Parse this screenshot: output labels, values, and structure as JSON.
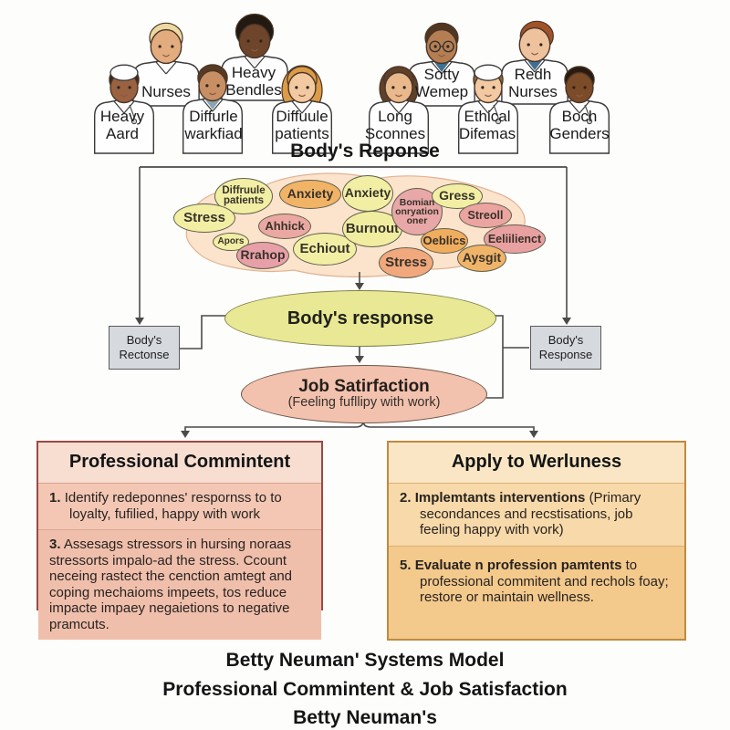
{
  "title": "Body's Reponse",
  "people": [
    {
      "label": [
        "Heavy",
        "Aard"
      ],
      "skin": "#9a6240",
      "hair": "#3a2a1c",
      "shirt": "#ffffff",
      "style": "short",
      "cap": true,
      "glasses": false,
      "steth": true
    },
    {
      "label": [
        "Nurses"
      ],
      "skin": "#e3ac7e",
      "hair": "#ecd9a2",
      "shirt": "#ffffff",
      "style": "short",
      "cap": false,
      "glasses": false,
      "steth": false
    },
    {
      "label": [
        "Diffurle",
        "warkfiad"
      ],
      "skin": "#c78f63",
      "hair": "#573a22",
      "shirt": "#8aa4b0",
      "style": "short",
      "cap": false,
      "glasses": false,
      "steth": false
    },
    {
      "label": [
        "Heavy",
        "Bendles"
      ],
      "skin": "#6e452a",
      "hair": "#221911",
      "shirt": "#f2f2f2",
      "style": "curly",
      "cap": false,
      "glasses": false,
      "steth": false
    },
    {
      "label": [
        "Diffuule",
        "patients"
      ],
      "skin": "#f2c9a0",
      "hair": "#dc9b46",
      "shirt": "#ffffff",
      "style": "long",
      "cap": false,
      "glasses": false,
      "steth": false
    },
    {
      "label": [
        "Long",
        "Sconnes"
      ],
      "skin": "#e9b98c",
      "hair": "#5f4129",
      "shirt": "#ffffff",
      "style": "bob",
      "cap": false,
      "glasses": false,
      "steth": false
    },
    {
      "label": [
        "Sotty",
        "Wemep"
      ],
      "skin": "#b57e52",
      "hair": "#513620",
      "shirt": "#3f6f93",
      "style": "short",
      "cap": false,
      "glasses": true,
      "steth": false
    },
    {
      "label": [
        "Ethical",
        "Difemas"
      ],
      "skin": "#f2c9a0",
      "hair": "#8a6a3c",
      "shirt": "#ffffff",
      "style": "short",
      "cap": true,
      "glasses": false,
      "steth": true
    },
    {
      "label": [
        "Redh",
        "Nurses"
      ],
      "skin": "#eec29c",
      "hair": "#a1522a",
      "shirt": "#3f6f93",
      "style": "swoop",
      "cap": false,
      "glasses": false,
      "steth": false
    },
    {
      "label": [
        "Boch",
        "Genders"
      ],
      "skin": "#7c4b28",
      "hair": "#2a1b10",
      "shirt": "#ffffff",
      "style": "short",
      "cap": false,
      "glasses": false,
      "steth": true
    }
  ],
  "cloud_bubbles": [
    {
      "lines": [
        "Diffruule",
        "patients"
      ],
      "fill": "#f2efa4"
    },
    {
      "lines": [
        "Anxiety"
      ],
      "fill": "#f1b366"
    },
    {
      "lines": [
        "Anxiety"
      ],
      "fill": "#f2efa4"
    },
    {
      "lines": [
        "Stress"
      ],
      "fill": "#f2efa4"
    },
    {
      "lines": [
        "Ahhick"
      ],
      "fill": "#eba8a2"
    },
    {
      "lines": [
        "Apors"
      ],
      "fill": "#f2efa4"
    },
    {
      "lines": [
        "Rrahop"
      ],
      "fill": "#e8a0a8"
    },
    {
      "lines": [
        "Echiout"
      ],
      "fill": "#f2efa4"
    },
    {
      "lines": [
        "Burnout"
      ],
      "fill": "#f0eda0"
    },
    {
      "lines": [
        "Bomian",
        "onryation",
        "oner"
      ],
      "fill": "#e9a8a8"
    },
    {
      "lines": [
        "Gress"
      ],
      "fill": "#f2efa4"
    },
    {
      "lines": [
        "Streoll"
      ],
      "fill": "#eba4a0"
    },
    {
      "lines": [
        "Oeblics"
      ],
      "fill": "#f1ad5e"
    },
    {
      "lines": [
        "Eeliilienct"
      ],
      "fill": "#e9a0a0"
    },
    {
      "lines": [
        "Stress"
      ],
      "fill": "#f0a87c"
    },
    {
      "lines": [
        "Aysgit"
      ],
      "fill": "#f0b469"
    }
  ],
  "flow": {
    "response_ellipse": "Body's response",
    "left_box_lines": [
      "Body's",
      "Rectonse"
    ],
    "right_box_lines": [
      "Body's",
      "Response"
    ],
    "job_title": "Job Satirfaction",
    "job_subtitle": "(Feeling fufllipy with work)"
  },
  "left_panel": {
    "title": "Professional Commintent",
    "items": [
      {
        "num": "1.",
        "bold": "Identify",
        "text": "redeponnes' respornss to to loyalty, fufilied, happy with work"
      },
      {
        "num": "3.",
        "bold": "",
        "text": "Assesags stressors in hursing noraas stressorts impalo-ad the stress. Ccount neceing rastect the cenction amtegt and coping mechaioms impeets, tos reduce impacte impaey negaietions to negative pramcuts."
      }
    ]
  },
  "right_panel": {
    "title": "Apply to Werluness",
    "items": [
      {
        "num": "2.",
        "bold": "Implemtants interventions",
        "text": "(Primary secondances and recstisations, job feeling happy with vork)"
      },
      {
        "num": "5.",
        "bold": "Evaluate n profession pamtents",
        "text": "to professional commitent and rechols foay; restore or maintain wellness."
      }
    ]
  },
  "footer_lines": [
    "Betty Neuman' Systems Model",
    "Professional Commintent & Job Satisfaction",
    "Betty Neuman's"
  ],
  "colors": {
    "cloud_fill": "#fbe3cc",
    "cloud_stroke": "#e2b292",
    "connector": "#4a4a4a",
    "yellow_ellipse": "#e9e894",
    "pink_ellipse": "#f3c2ae",
    "gray_box": "#d6d9de",
    "left_panel_border": "#9a4a45",
    "right_panel_border": "#c08a3e"
  }
}
